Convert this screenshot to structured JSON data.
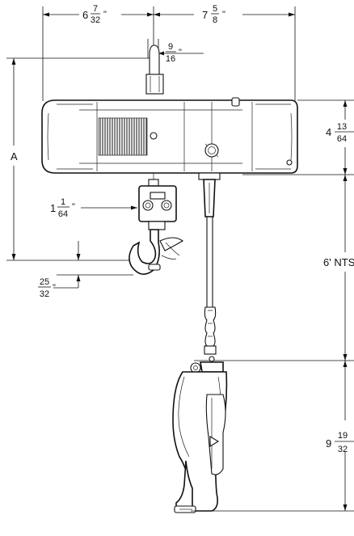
{
  "dimensions": {
    "left_width": {
      "whole": "6",
      "num": "7",
      "den": "32",
      "unit": "\""
    },
    "right_width": {
      "whole": "7",
      "num": "5",
      "den": "8",
      "unit": "\""
    },
    "hook_top_width": {
      "num": "9",
      "den": "16",
      "unit": "\""
    },
    "height_a": {
      "label": "A"
    },
    "body_height": {
      "whole": "4",
      "num": "13",
      "den": "64"
    },
    "hook_opening": {
      "whole": "1",
      "num": "1",
      "den": "64",
      "unit": "\""
    },
    "hook_throat": {
      "num": "25",
      "den": "32",
      "unit": "\""
    },
    "cord_length": {
      "label": "6' NTS"
    },
    "pendant_length": {
      "whole": "9",
      "num": "19",
      "den": "32"
    }
  }
}
